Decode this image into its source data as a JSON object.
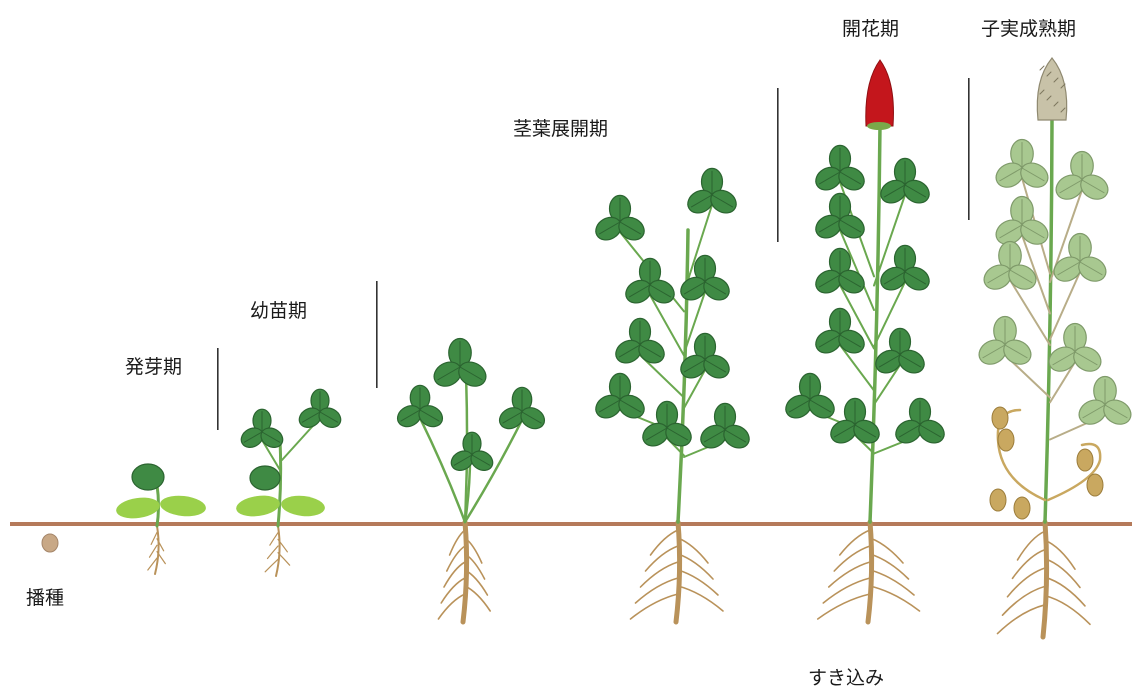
{
  "stages": {
    "sowing": "播種",
    "germination": "発芽期",
    "seedling": "幼苗期",
    "stem_leaf_expansion": "茎葉展開期",
    "flowering": "開花期",
    "seed_maturity": "子実成熟期"
  },
  "annotation": {
    "plow_in": "すき込み"
  },
  "colors": {
    "ground_line": "#b57a5a",
    "leaf": "#3f8a44",
    "leaf_dark": "#2b6430",
    "cotyledon": "#9ad04a",
    "stem": "#6aa84f",
    "root": "#b9925a",
    "flower": "#c4161c",
    "seed_head": "#c8c2a8",
    "mature_leaf": "#a8c890",
    "seed_pod": "#c9a860",
    "seed": "#c8a886"
  },
  "icons": {
    "seed": "seed-icon",
    "plant": "clover-plant-icon",
    "flower": "crimson-flower-icon"
  }
}
